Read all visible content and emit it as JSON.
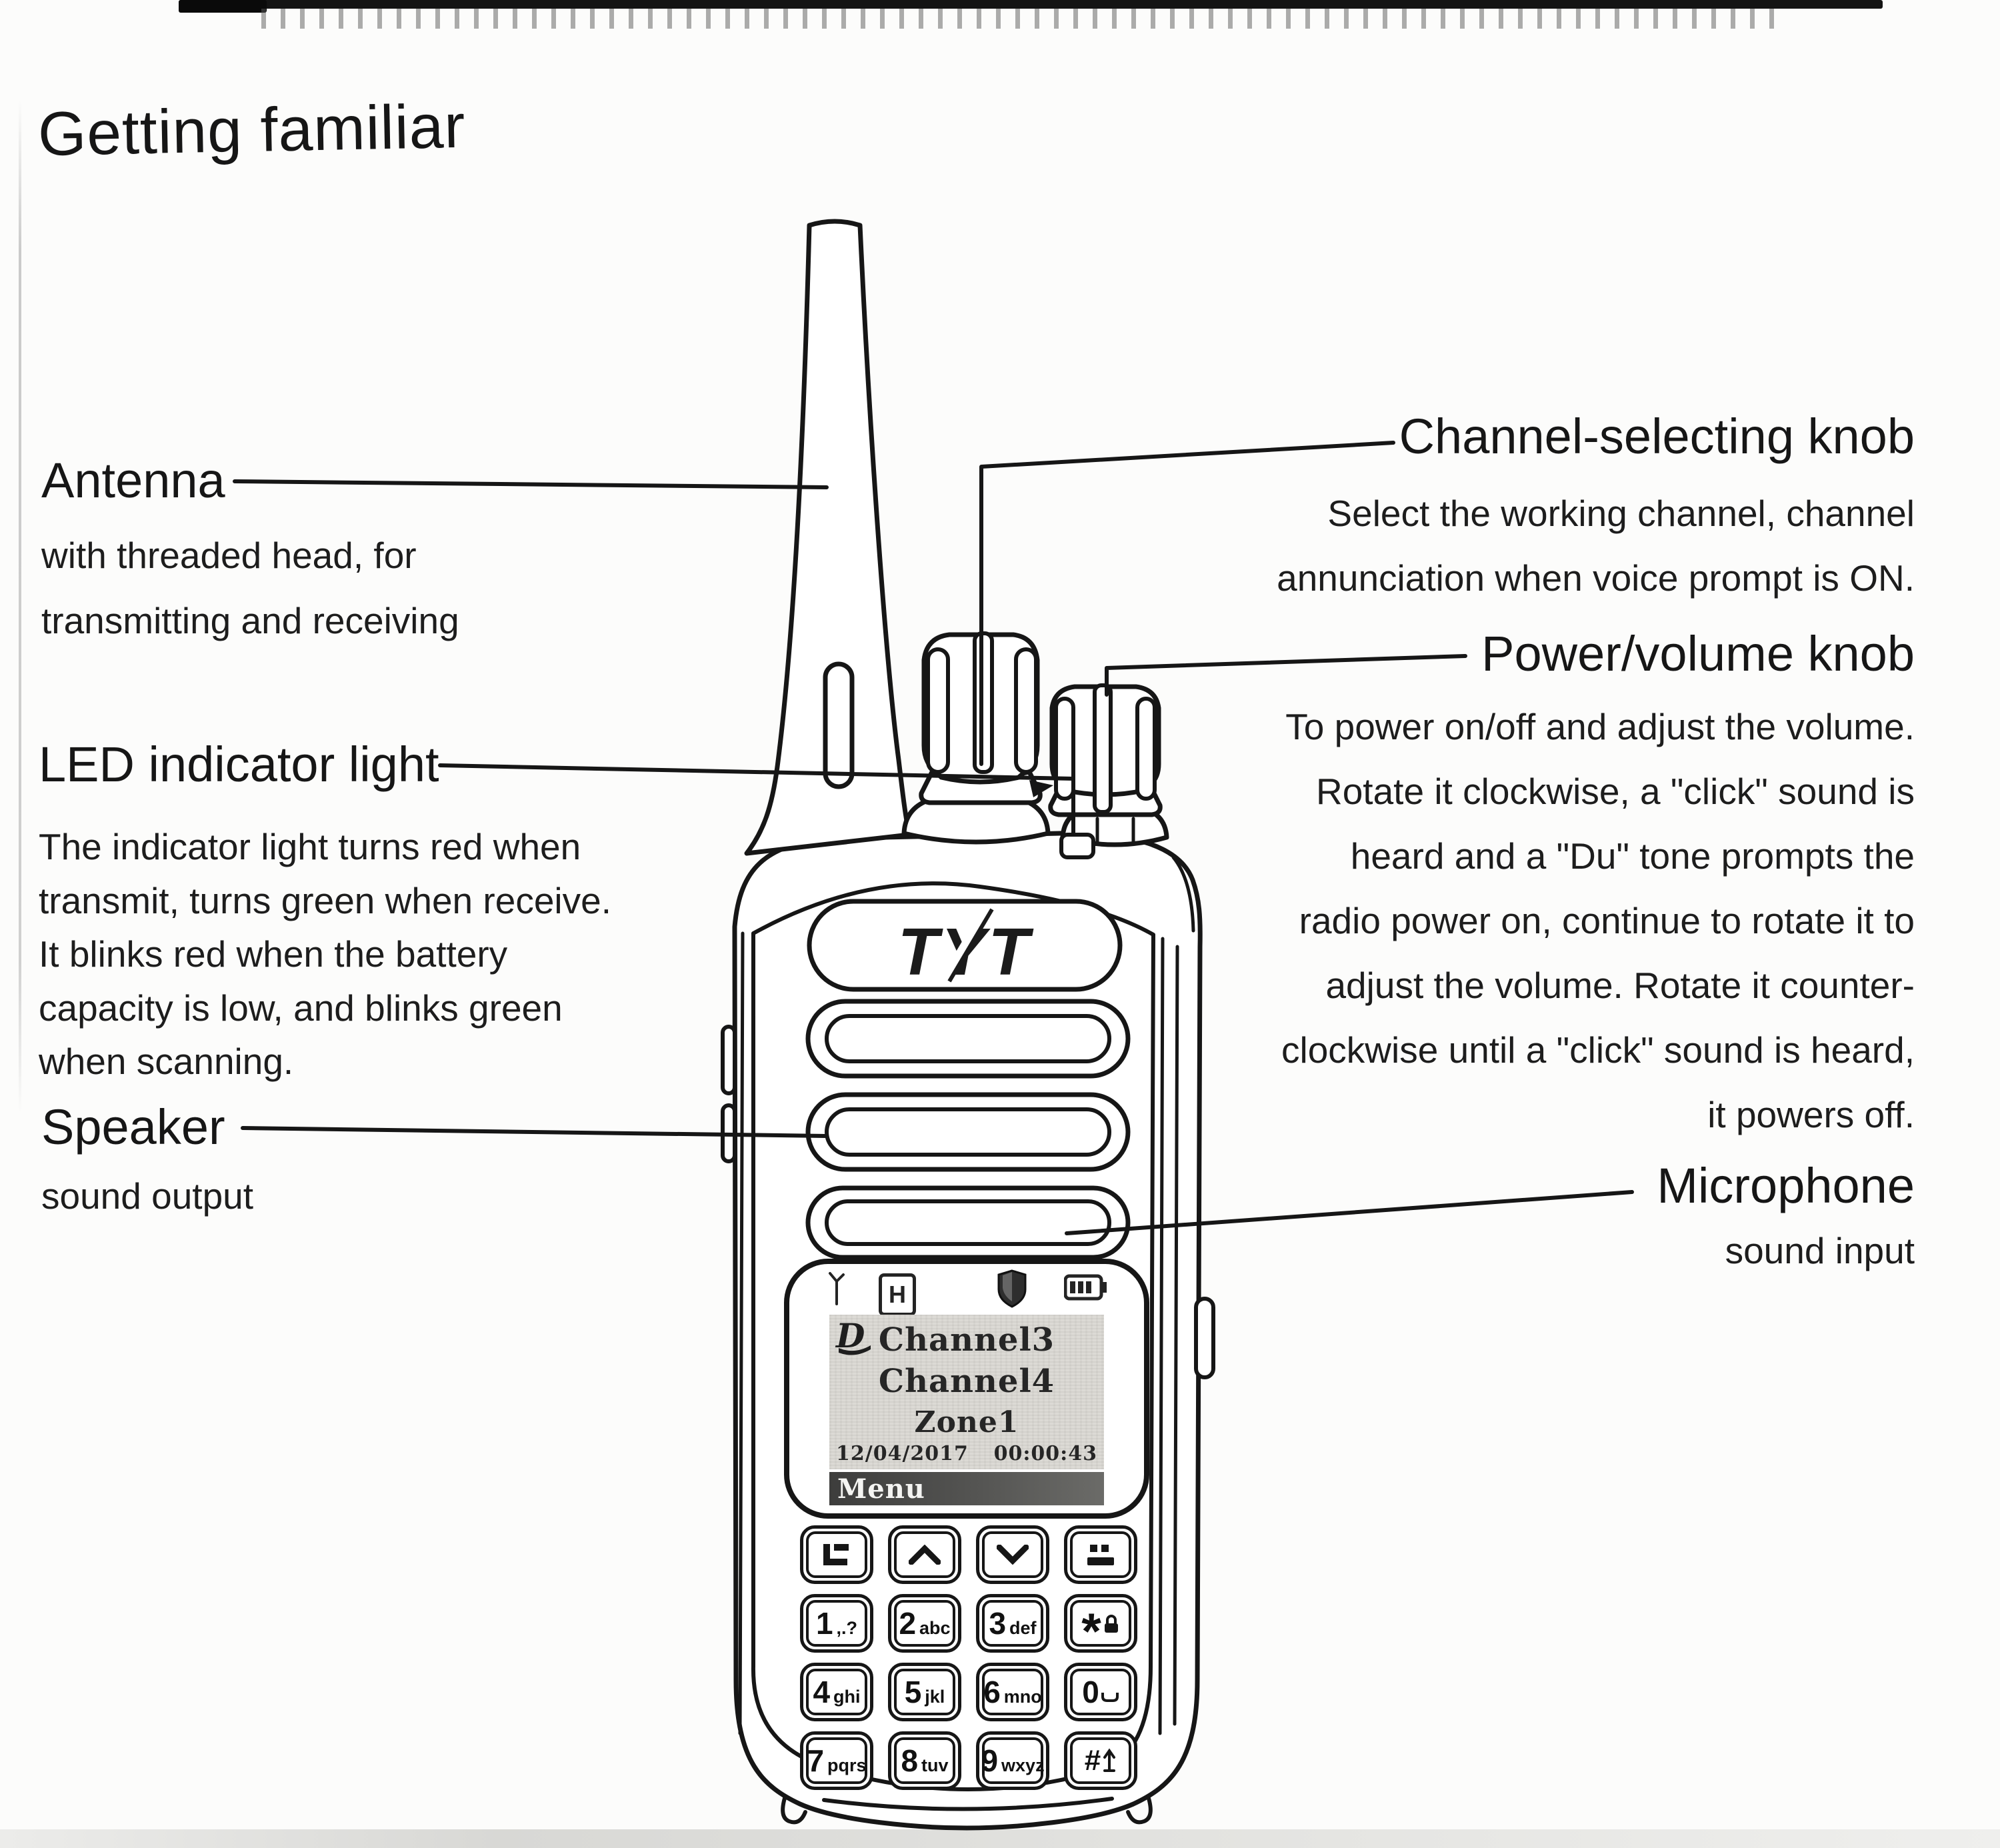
{
  "page": {
    "title": "Getting familiar",
    "colors": {
      "ink": "#161616",
      "paper": "#fcfcfb",
      "lcd_bg": "#dcdad5",
      "menu_bar_bg": "#4a4a48",
      "menu_text": "#f4f4f2"
    }
  },
  "callouts": {
    "antenna": {
      "label": "Antenna",
      "desc_lines": [
        "with threaded head, for",
        "transmitting and receiving"
      ]
    },
    "led": {
      "label": "LED indicator light",
      "desc_lines": [
        "The indicator light turns red when",
        "transmit, turns green when receive.",
        "It blinks red when the battery",
        "capacity is low, and blinks green",
        "when scanning."
      ]
    },
    "speaker": {
      "label": "Speaker",
      "desc_lines": [
        "sound output"
      ]
    },
    "channel_knob": {
      "label": "Channel-selecting knob",
      "desc_lines": [
        "Select the working channel, channel",
        "annunciation when voice prompt is ON."
      ]
    },
    "power_knob": {
      "label": "Power/volume knob",
      "desc_lines": [
        "To power on/off and adjust the volume.",
        "Rotate it clockwise, a \"click\" sound is",
        "heard and a \"Du\" tone prompts the",
        "radio power on, continue to rotate it to",
        "adjust the volume. Rotate it counter-",
        "clockwise until a \"click\" sound is heard,",
        "it powers off."
      ]
    },
    "microphone": {
      "label": "Microphone",
      "desc_lines": [
        "sound input"
      ]
    }
  },
  "radio": {
    "brand": "TYT",
    "screen": {
      "status_mode": "H",
      "status_icons": [
        "antenna-icon",
        "high-power-badge",
        "shield-icon",
        "battery-icon"
      ],
      "lines": [
        "Channel3",
        "Channel4",
        "Zone1"
      ],
      "date": "12/04/2017",
      "time": "00:00:43",
      "menu_label": "Menu"
    },
    "keypad": {
      "keys": [
        {
          "icon": "menu-key-icon"
        },
        {
          "icon": "up-arrow-icon"
        },
        {
          "icon": "down-arrow-icon"
        },
        {
          "icon": "back-key-icon"
        },
        {
          "main": "1",
          "sub": ",.?"
        },
        {
          "main": "2",
          "sub": "abc"
        },
        {
          "main": "3",
          "sub": "def"
        },
        {
          "main": "*",
          "icon": "lock-icon"
        },
        {
          "main": "4",
          "sub": "ghi"
        },
        {
          "main": "5",
          "sub": "jkl"
        },
        {
          "main": "6",
          "sub": "mno"
        },
        {
          "main": "0",
          "icon": "space-icon"
        },
        {
          "main": "7",
          "sub": "pqrs"
        },
        {
          "main": "8",
          "sub": "tuv"
        },
        {
          "main": "9",
          "sub": "wxyz"
        },
        {
          "main": "#",
          "icon": "shift-up-icon"
        }
      ]
    }
  }
}
